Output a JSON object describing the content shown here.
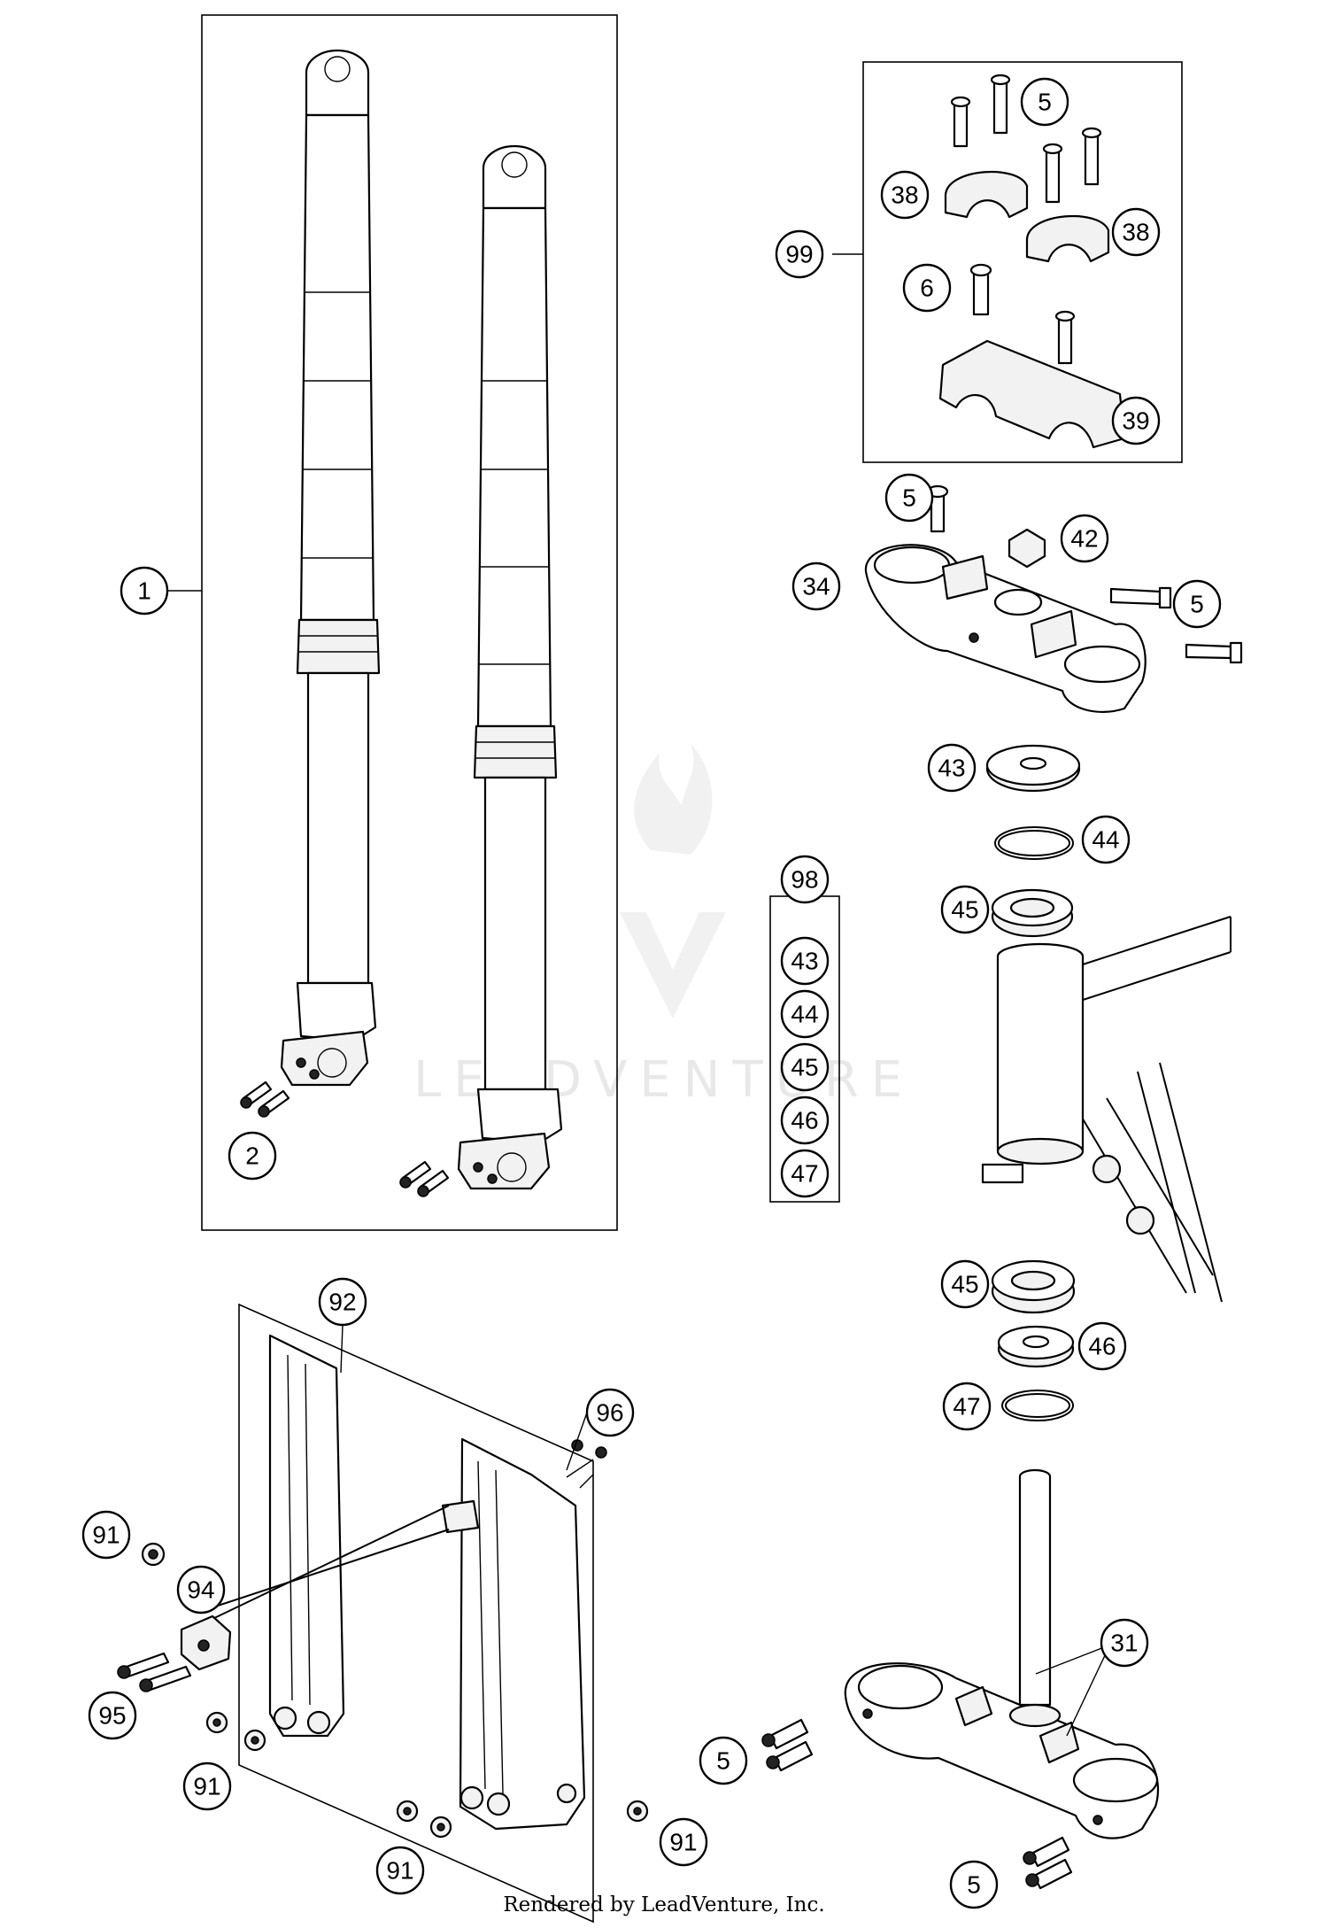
{
  "watermark": {
    "text": "LEADVENTURE"
  },
  "footer": {
    "text": "Rendered by LeadVenture, Inc."
  },
  "callouts": {
    "c1": "1",
    "c2": "2",
    "c5a": "5",
    "c5b": "5",
    "c5c": "5",
    "c5d": "5",
    "c5e": "5",
    "c6": "6",
    "c31": "31",
    "c34": "34",
    "c38a": "38",
    "c38b": "38",
    "c39": "39",
    "c42": "42",
    "c43a": "43",
    "c43b": "43",
    "c44a": "44",
    "c44b": "44",
    "c45a": "45",
    "c45b": "45",
    "c45c": "45",
    "c46a": "46",
    "c46b": "46",
    "c47a": "47",
    "c47b": "47",
    "c91a": "91",
    "c91b": "91",
    "c91c": "91",
    "c91d": "91",
    "c92": "92",
    "c94": "94",
    "c95": "95",
    "c96": "96",
    "c98": "98",
    "c99": "99"
  }
}
